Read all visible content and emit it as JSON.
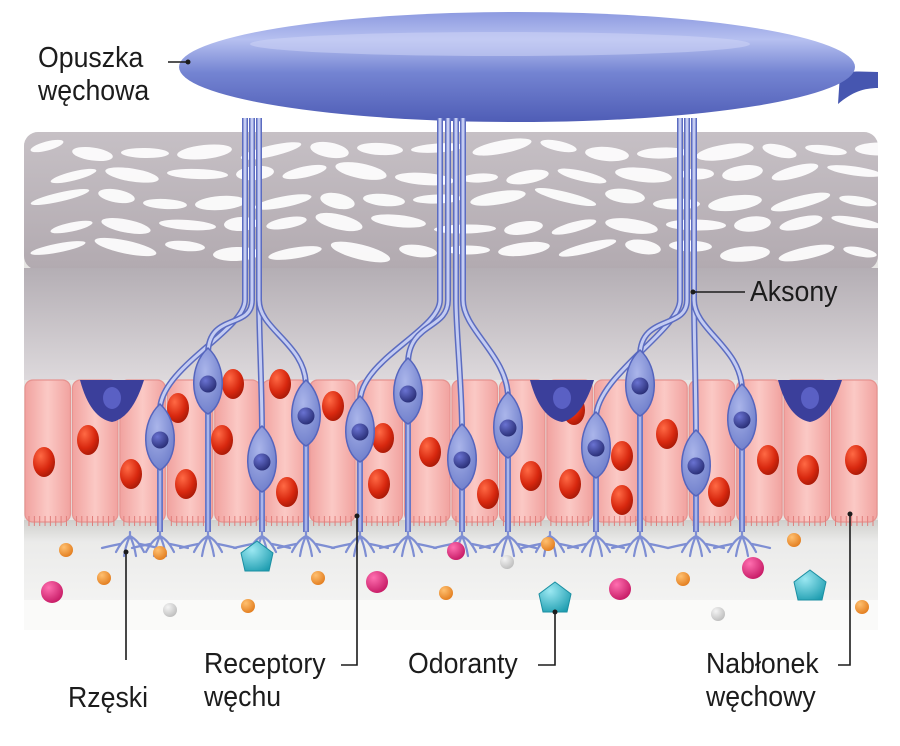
{
  "labels": {
    "bulb": {
      "line1": "Opuszka",
      "line2": "węchowa"
    },
    "axons": {
      "line1": "Aksony"
    },
    "cilia": {
      "line1": "Rzęski"
    },
    "receptors": {
      "line1": "Receptory",
      "line2": "węchu"
    },
    "odorants": {
      "line1": "Odoranty"
    },
    "epithelium": {
      "line1": "Nabłonek",
      "line2": "węchowy"
    }
  },
  "colors": {
    "bulb": "#6f7fd0",
    "neuron": "#7e8ed3",
    "neuron_nucleus": "#34399a",
    "support_cell": "#f6b3b0",
    "support_nucleus": "#d8280f",
    "basal_cell": "#3b3f9b",
    "bone": "#a89ea6",
    "mucus": "#e8e8e6",
    "odorant_magenta": "#d8247a",
    "odorant_orange": "#ee8a2c",
    "odorant_gray": "#c9c9c9",
    "odorant_cyan": "#2eb6c8"
  },
  "icons": {
    "odorant_large": "diamond-molecule-icon",
    "odorant_small": "dot-molecule-icon"
  }
}
